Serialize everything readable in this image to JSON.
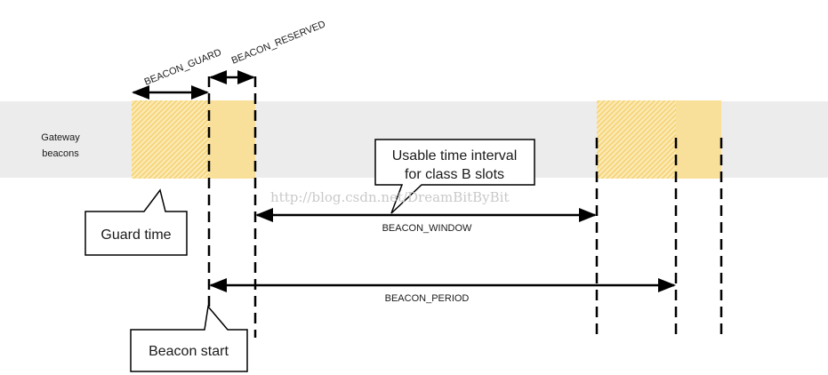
{
  "band": {
    "label_line1": "Gateway",
    "label_line2": "beacons"
  },
  "labels": {
    "beacon_guard": "BEACON_GUARD",
    "beacon_reserved": "BEACON_RESERVED",
    "beacon_window": "BEACON_WINDOW",
    "beacon_period": "BEACON_PERIOD"
  },
  "callouts": {
    "usable_line1": "Usable time interval",
    "usable_line2": "for class B slots",
    "guard_time": "Guard time",
    "beacon_start": "Beacon start"
  },
  "watermark": "http://blog.csdn.net/DreamBitByBit",
  "colors": {
    "band": "#ececec",
    "guard_fill": "#f5d67a",
    "reserved_fill": "#f8df9a",
    "line": "#000000"
  }
}
